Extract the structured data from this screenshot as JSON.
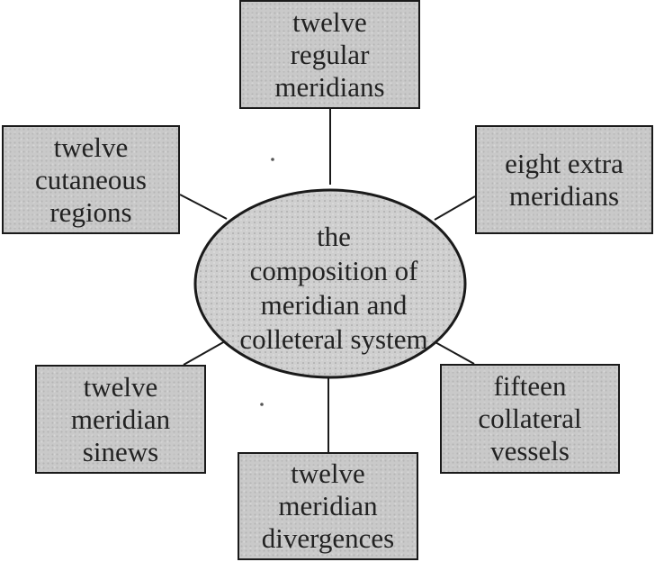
{
  "center": {
    "label": "the\ncomposition of\nmeridian and\ncolleteral system"
  },
  "nodes": {
    "top": "twelve\nregular\nmeridians",
    "upper_left": "twelve\ncutaneous\nregions",
    "upper_right": "eight extra\nmeridians",
    "lower_left": "twelve\nmeridian\nsinews",
    "lower_right": "fifteen\ncollateral\nvessels",
    "bottom": "twelve\nmeridian\ndivergences"
  },
  "colors": {
    "box_fill": "#c9c9c9",
    "ellipse_fill": "#cfcfcf",
    "stroke": "#1a1a1a",
    "text": "#222222"
  }
}
